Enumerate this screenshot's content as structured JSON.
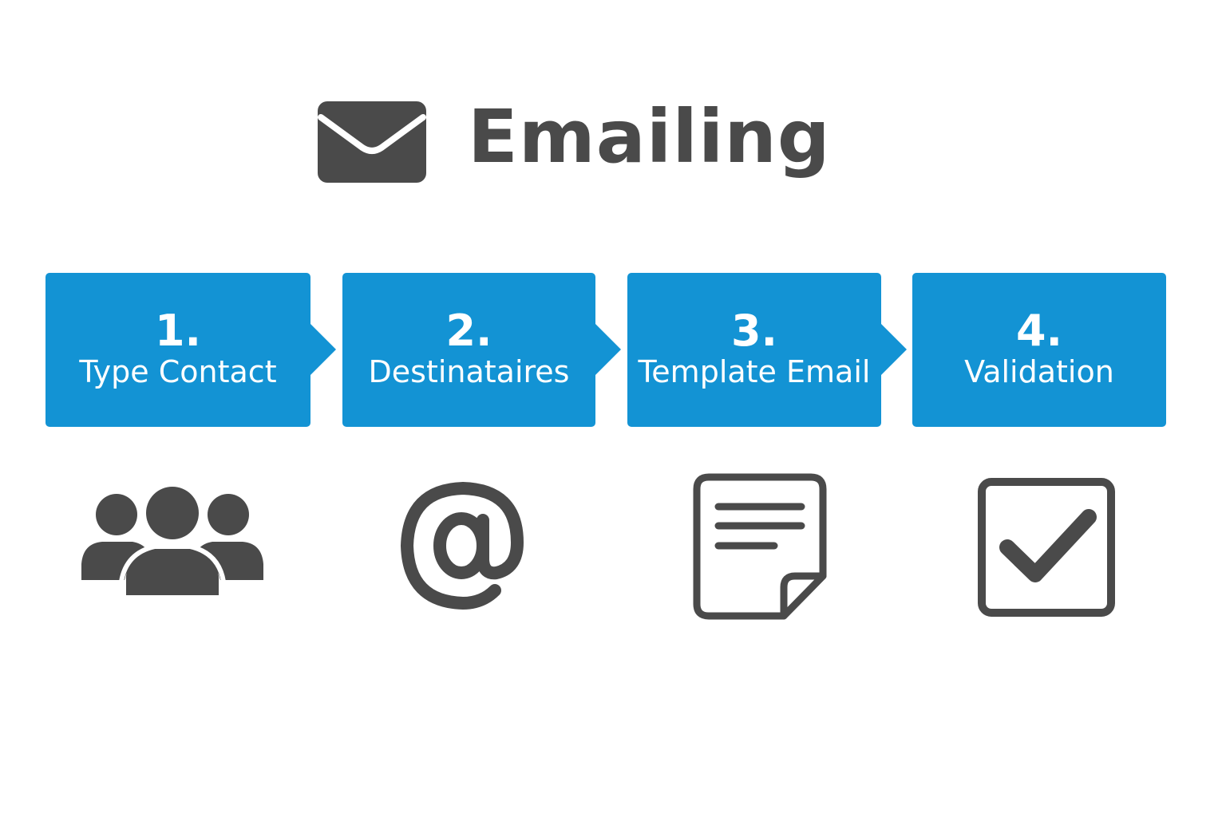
{
  "header": {
    "icon": "envelope-icon",
    "title": "Emailing"
  },
  "steps": [
    {
      "number": "1.",
      "label": "Type Contact",
      "icon": "users-group-icon"
    },
    {
      "number": "2.",
      "label": "Destinataires",
      "icon": "at-sign-icon"
    },
    {
      "number": "3.",
      "label": "Template Email",
      "icon": "document-icon"
    },
    {
      "number": "4.",
      "label": "Validation",
      "icon": "checkbox-checked-icon"
    }
  ],
  "colors": {
    "step_background": "#1393d4",
    "step_text": "#ffffff",
    "icon": "#4a4a4a",
    "title": "#4a4a4a",
    "background": "#ffffff"
  }
}
